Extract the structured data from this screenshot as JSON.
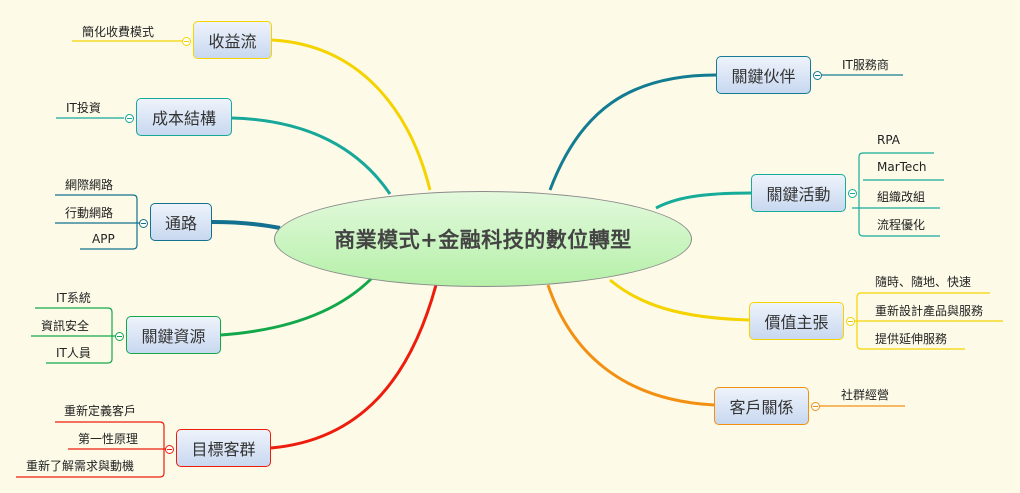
{
  "center": {
    "label": "商業模式+金融科技的數位轉型"
  },
  "topics": {
    "revenue": {
      "label": "收益流",
      "color": "#f5d300",
      "children": [
        "簡化收費模式"
      ]
    },
    "cost": {
      "label": "成本結構",
      "color": "#17a89a",
      "children": [
        "IT投資"
      ]
    },
    "channels": {
      "label": "通路",
      "color": "#13708f",
      "children": [
        "網際網路",
        "行動網路",
        "APP"
      ]
    },
    "resources": {
      "label": "關鍵資源",
      "color": "#12a84a",
      "children": [
        "IT系統",
        "資訊安全",
        "IT人員"
      ]
    },
    "segments": {
      "label": "目標客群",
      "color": "#ee1c0c",
      "children": [
        "重新定義客戶",
        "第一性原理",
        "重新了解需求與動機"
      ]
    },
    "partners": {
      "label": "關鍵伙伴",
      "color": "#137c92",
      "children": [
        "IT服務商"
      ]
    },
    "activities": {
      "label": "關鍵活動",
      "color": "#17ab9a",
      "children": [
        "RPA",
        "MarTech",
        "組織改組",
        "流程優化"
      ]
    },
    "value": {
      "label": "價值主張",
      "color": "#f5d300",
      "children": [
        "隨時、隨地、快速",
        "重新設計產品與服務",
        "提供延伸服務"
      ]
    },
    "relations": {
      "label": "客戶關係",
      "color": "#f38f12",
      "children": [
        "社群經營"
      ]
    }
  }
}
